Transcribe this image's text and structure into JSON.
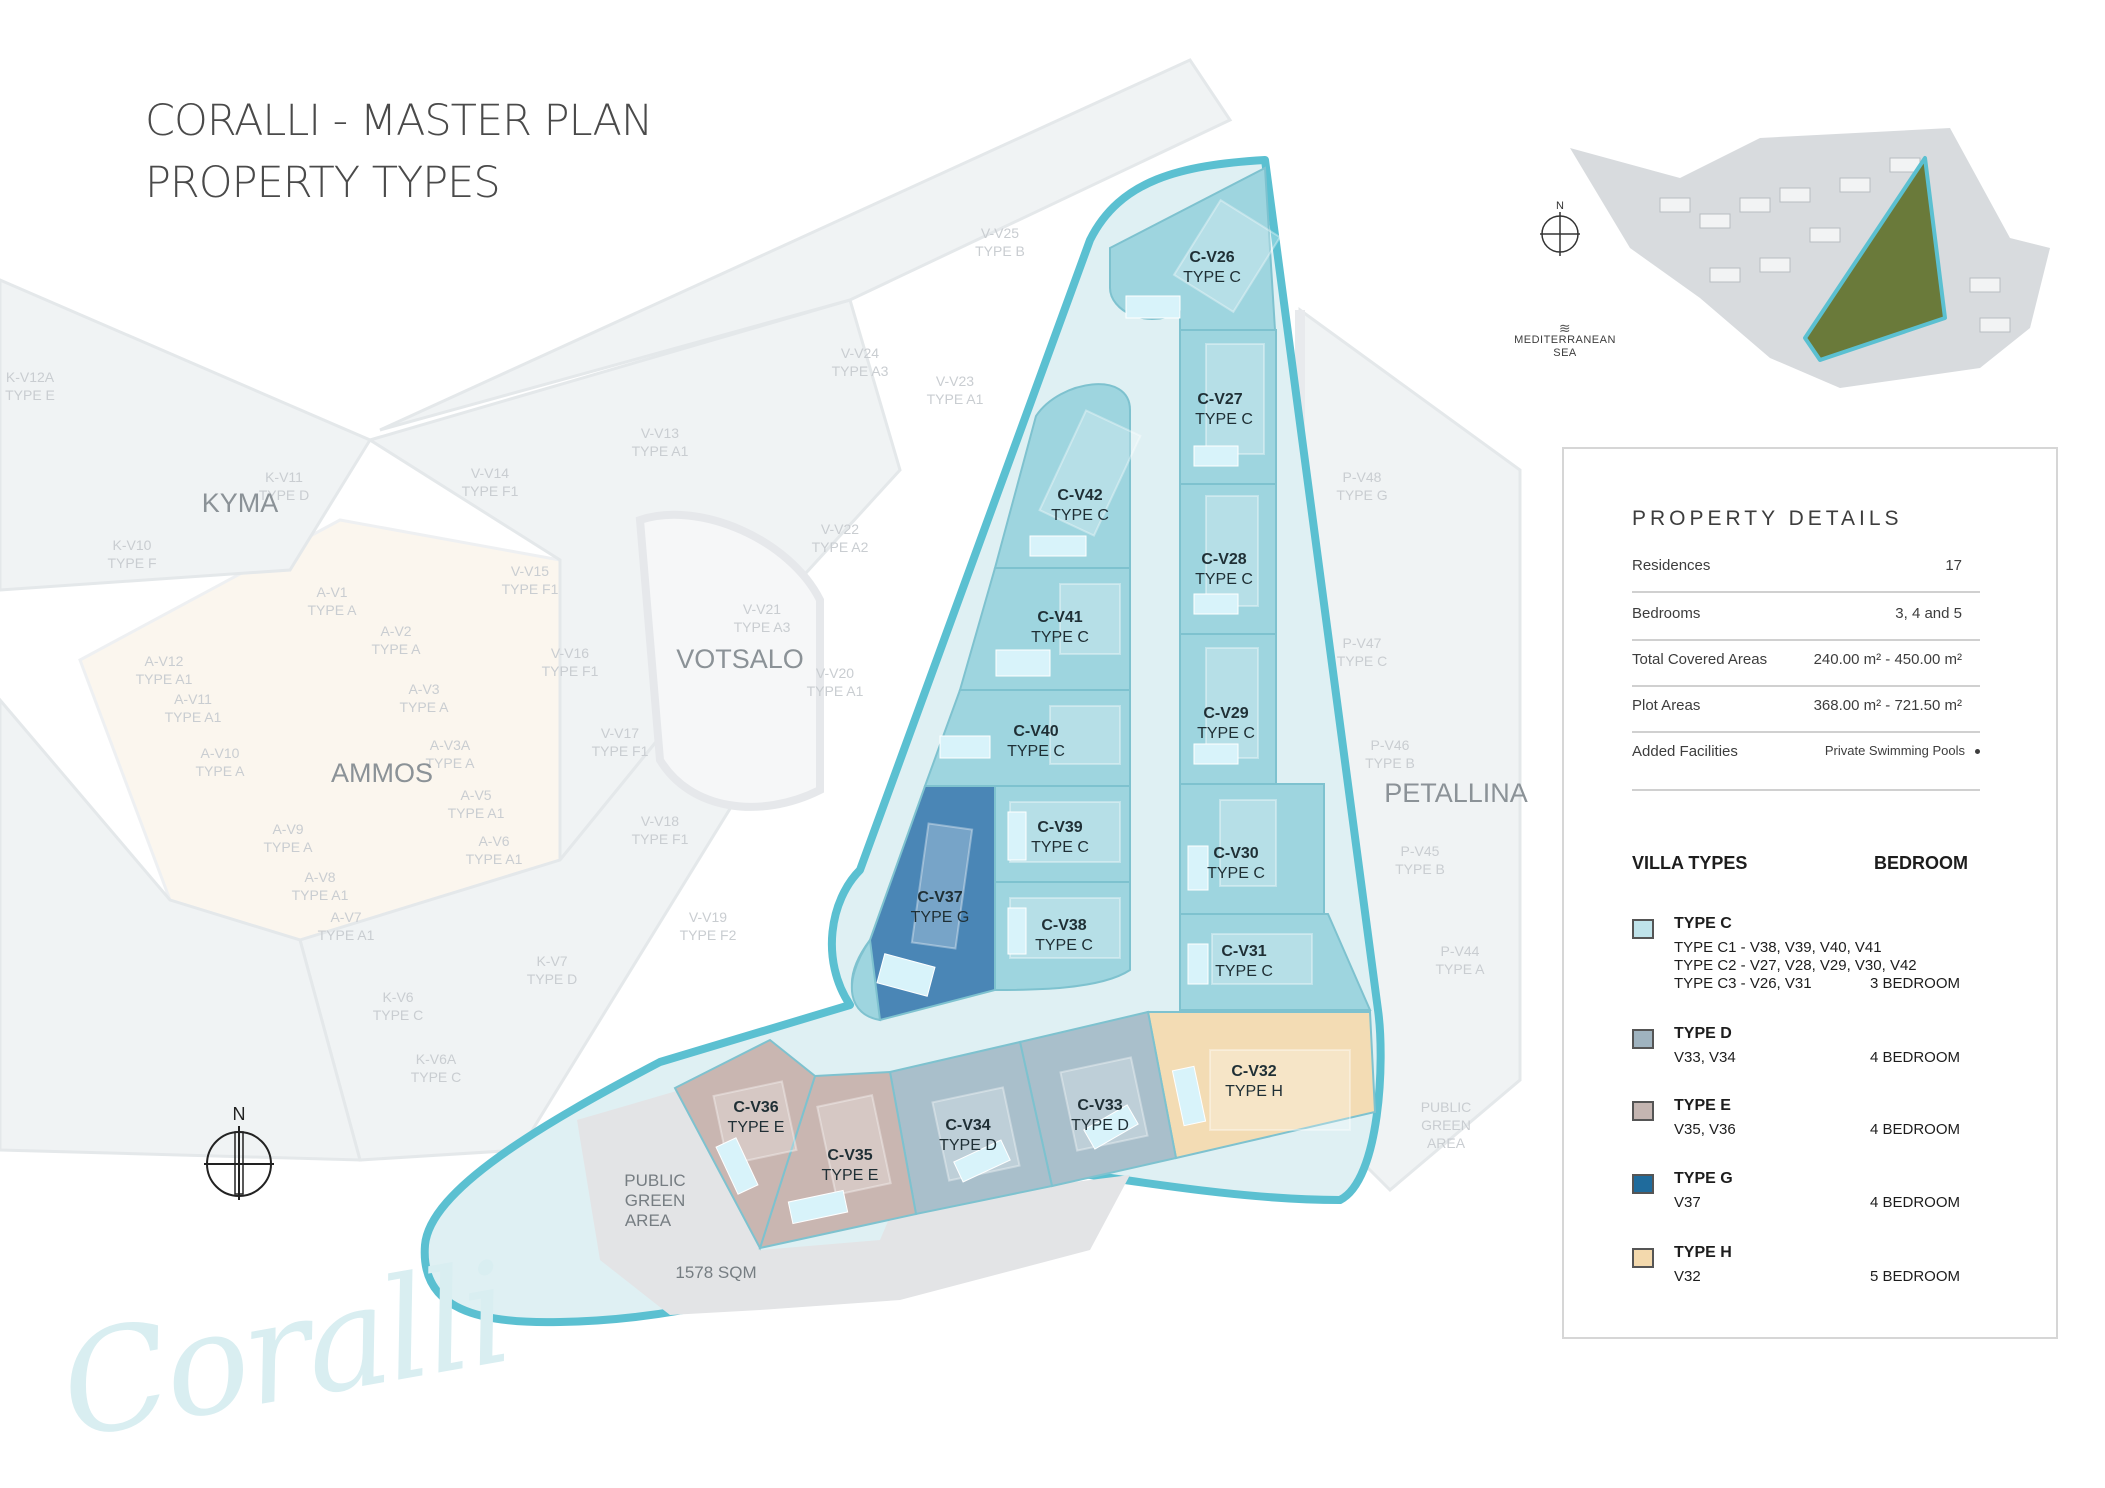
{
  "title": {
    "line1": "CORALLI - MASTER PLAN",
    "line2": "PROPERTY TYPES"
  },
  "colors": {
    "boundary": "#5bc0d1",
    "type_c": "#9ed5df",
    "type_d": "#a9bfcb",
    "type_e": "#c9b6b1",
    "type_g": "#4a86b6",
    "type_h": "#f3dcb4",
    "public_green": "#e3e4e6"
  },
  "areas": {
    "kyma": "KYMA",
    "ammos": "AMMOS",
    "votsalo": "VOTSALO",
    "petallina": "PETALLINA"
  },
  "public_green": {
    "left_label_1": "PUBLIC",
    "left_label_2": "GREEN",
    "left_label_3": "AREA",
    "size": "1578 SQM",
    "right_label_1": "PUBLIC",
    "right_label_2": "GREEN",
    "right_label_3": "AREA"
  },
  "plots": {
    "v26": {
      "code": "C-V26",
      "type": "TYPE C"
    },
    "v27": {
      "code": "C-V27",
      "type": "TYPE C"
    },
    "v28": {
      "code": "C-V28",
      "type": "TYPE C"
    },
    "v29": {
      "code": "C-V29",
      "type": "TYPE C"
    },
    "v30": {
      "code": "C-V30",
      "type": "TYPE C"
    },
    "v31": {
      "code": "C-V31",
      "type": "TYPE C"
    },
    "v32": {
      "code": "C-V32",
      "type": "TYPE H"
    },
    "v33": {
      "code": "C-V33",
      "type": "TYPE D"
    },
    "v34": {
      "code": "C-V34",
      "type": "TYPE D"
    },
    "v35": {
      "code": "C-V35",
      "type": "TYPE E"
    },
    "v36": {
      "code": "C-V36",
      "type": "TYPE E"
    },
    "v37": {
      "code": "C-V37",
      "type": "TYPE G"
    },
    "v38": {
      "code": "C-V38",
      "type": "TYPE C"
    },
    "v39": {
      "code": "C-V39",
      "type": "TYPE C"
    },
    "v40": {
      "code": "C-V40",
      "type": "TYPE C"
    },
    "v41": {
      "code": "C-V41",
      "type": "TYPE C"
    },
    "v42": {
      "code": "C-V42",
      "type": "TYPE C"
    }
  },
  "background_plots": [
    {
      "code": "V-V25",
      "type": "TYPE B"
    },
    {
      "code": "V-V24",
      "type": "TYPE A3"
    },
    {
      "code": "V-V23",
      "type": "TYPE A1"
    },
    {
      "code": "V-V13",
      "type": "TYPE A1"
    },
    {
      "code": "V-V14",
      "type": "TYPE F1"
    },
    {
      "code": "V-V15",
      "type": "TYPE F1"
    },
    {
      "code": "V-V16",
      "type": "TYPE F1"
    },
    {
      "code": "V-V17",
      "type": "TYPE F1"
    },
    {
      "code": "V-V18",
      "type": "TYPE F1"
    },
    {
      "code": "V-V19",
      "type": "TYPE F2"
    },
    {
      "code": "V-V20",
      "type": "TYPE A1"
    },
    {
      "code": "V-V21",
      "type": "TYPE A3"
    },
    {
      "code": "V-V22",
      "type": "TYPE A2"
    },
    {
      "code": "K-V11",
      "type": "TYPE D"
    },
    {
      "code": "K-V10",
      "type": "TYPE F"
    },
    {
      "code": "K-V12A",
      "type": "TYPE E"
    },
    {
      "code": "A-V1",
      "type": "TYPE A"
    },
    {
      "code": "A-V2",
      "type": "TYPE A"
    },
    {
      "code": "A-V3",
      "type": "TYPE A"
    },
    {
      "code": "A-V3A",
      "type": "TYPE A"
    },
    {
      "code": "A-V5",
      "type": "TYPE A1"
    },
    {
      "code": "A-V6",
      "type": "TYPE A1"
    },
    {
      "code": "A-V7",
      "type": "TYPE A1"
    },
    {
      "code": "A-V8",
      "type": "TYPE A1"
    },
    {
      "code": "A-V9",
      "type": "TYPE A"
    },
    {
      "code": "A-V10",
      "type": "TYPE A"
    },
    {
      "code": "A-V11",
      "type": "TYPE A1"
    },
    {
      "code": "A-V12",
      "type": "TYPE A1"
    },
    {
      "code": "K-V6",
      "type": "TYPE C"
    },
    {
      "code": "K-V6A",
      "type": "TYPE C"
    },
    {
      "code": "K-V7",
      "type": "TYPE D"
    },
    {
      "code": "P-V48",
      "type": "TYPE G"
    },
    {
      "code": "P-V47",
      "type": "TYPE C"
    },
    {
      "code": "P-V46",
      "type": "TYPE B"
    },
    {
      "code": "P-V45",
      "type": "TYPE B"
    },
    {
      "code": "P-V44",
      "type": "TYPE A"
    }
  ],
  "key_map": {
    "north": "N",
    "sea_line1": "MEDITERRANEAN",
    "sea_line2": "SEA"
  },
  "north_arrow": "N",
  "watermark": "Coralli",
  "details": {
    "heading": "PROPERTY DETAILS",
    "rows": [
      {
        "label": "Residences",
        "value": "17"
      },
      {
        "label": "Bedrooms",
        "value": "3, 4 and 5"
      },
      {
        "label": "Total Covered Areas",
        "value": "240.00 m² - 450.00 m²"
      },
      {
        "label": "Plot Areas",
        "value": "368.00 m² - 721.50 m²"
      },
      {
        "label": "Added Facilities",
        "value": "Private Swimming Pools"
      }
    ],
    "villa_types_heading": "VILLA TYPES",
    "bedroom_heading": "BEDROOM",
    "villa_types": [
      {
        "name": "TYPE C",
        "list": [
          "TYPE C1 -  V38, V39, V40, V41",
          "TYPE C2 - V27, V28, V29, V30, V42",
          "TYPE C3 -  V26, V31"
        ],
        "bedrooms": "3 BEDROOM",
        "color": "#bfe3ea"
      },
      {
        "name": "TYPE D",
        "list": [
          "V33, V34"
        ],
        "bedrooms": "4 BEDROOM",
        "color": "#9fb3bf"
      },
      {
        "name": "TYPE E",
        "list": [
          "V35, V36"
        ],
        "bedrooms": "4 BEDROOM",
        "color": "#c4b5b1"
      },
      {
        "name": "TYPE G",
        "list": [
          "V37"
        ],
        "bedrooms": "4 BEDROOM",
        "color": "#1f6b9c"
      },
      {
        "name": "TYPE H",
        "list": [
          "V32"
        ],
        "bedrooms": "5 BEDROOM",
        "color": "#f3d9ad"
      }
    ]
  }
}
